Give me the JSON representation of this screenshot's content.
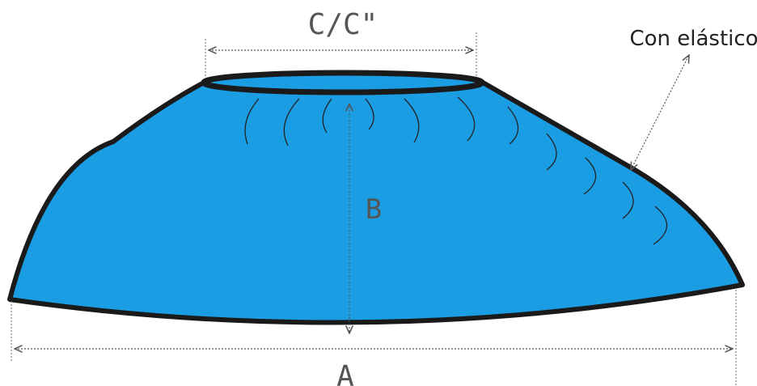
{
  "diagram": {
    "labels": {
      "top_width": "C/C\"",
      "height": "B",
      "bottom_width": "A",
      "elastic_note": "Con elástico"
    },
    "colors": {
      "fill": "#1b9de4",
      "outline": "#1a1a1a",
      "dim_line": "#666666",
      "background": "#ffffff"
    }
  }
}
